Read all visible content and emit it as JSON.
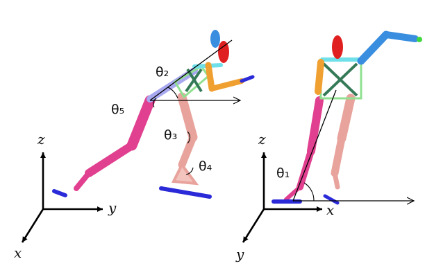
{
  "left_figure": {
    "axes": {
      "z": "z",
      "y": "y",
      "x": "x"
    },
    "angles": [
      "θ₂",
      "θ₅",
      "θ₃",
      "θ₄"
    ]
  },
  "right_figure": {
    "axes": {
      "z": "z",
      "x": "x",
      "y": "y"
    },
    "angles": [
      "θ₁"
    ]
  },
  "colors": {
    "pink": "#e0408f",
    "salmon": "#e8a39c",
    "orange": "#f0a030",
    "green": "#90e090",
    "red": "#e02020",
    "blue": "#3a8ee0",
    "skate": "#2a2ad8",
    "lavender": "#a8a8f0"
  }
}
